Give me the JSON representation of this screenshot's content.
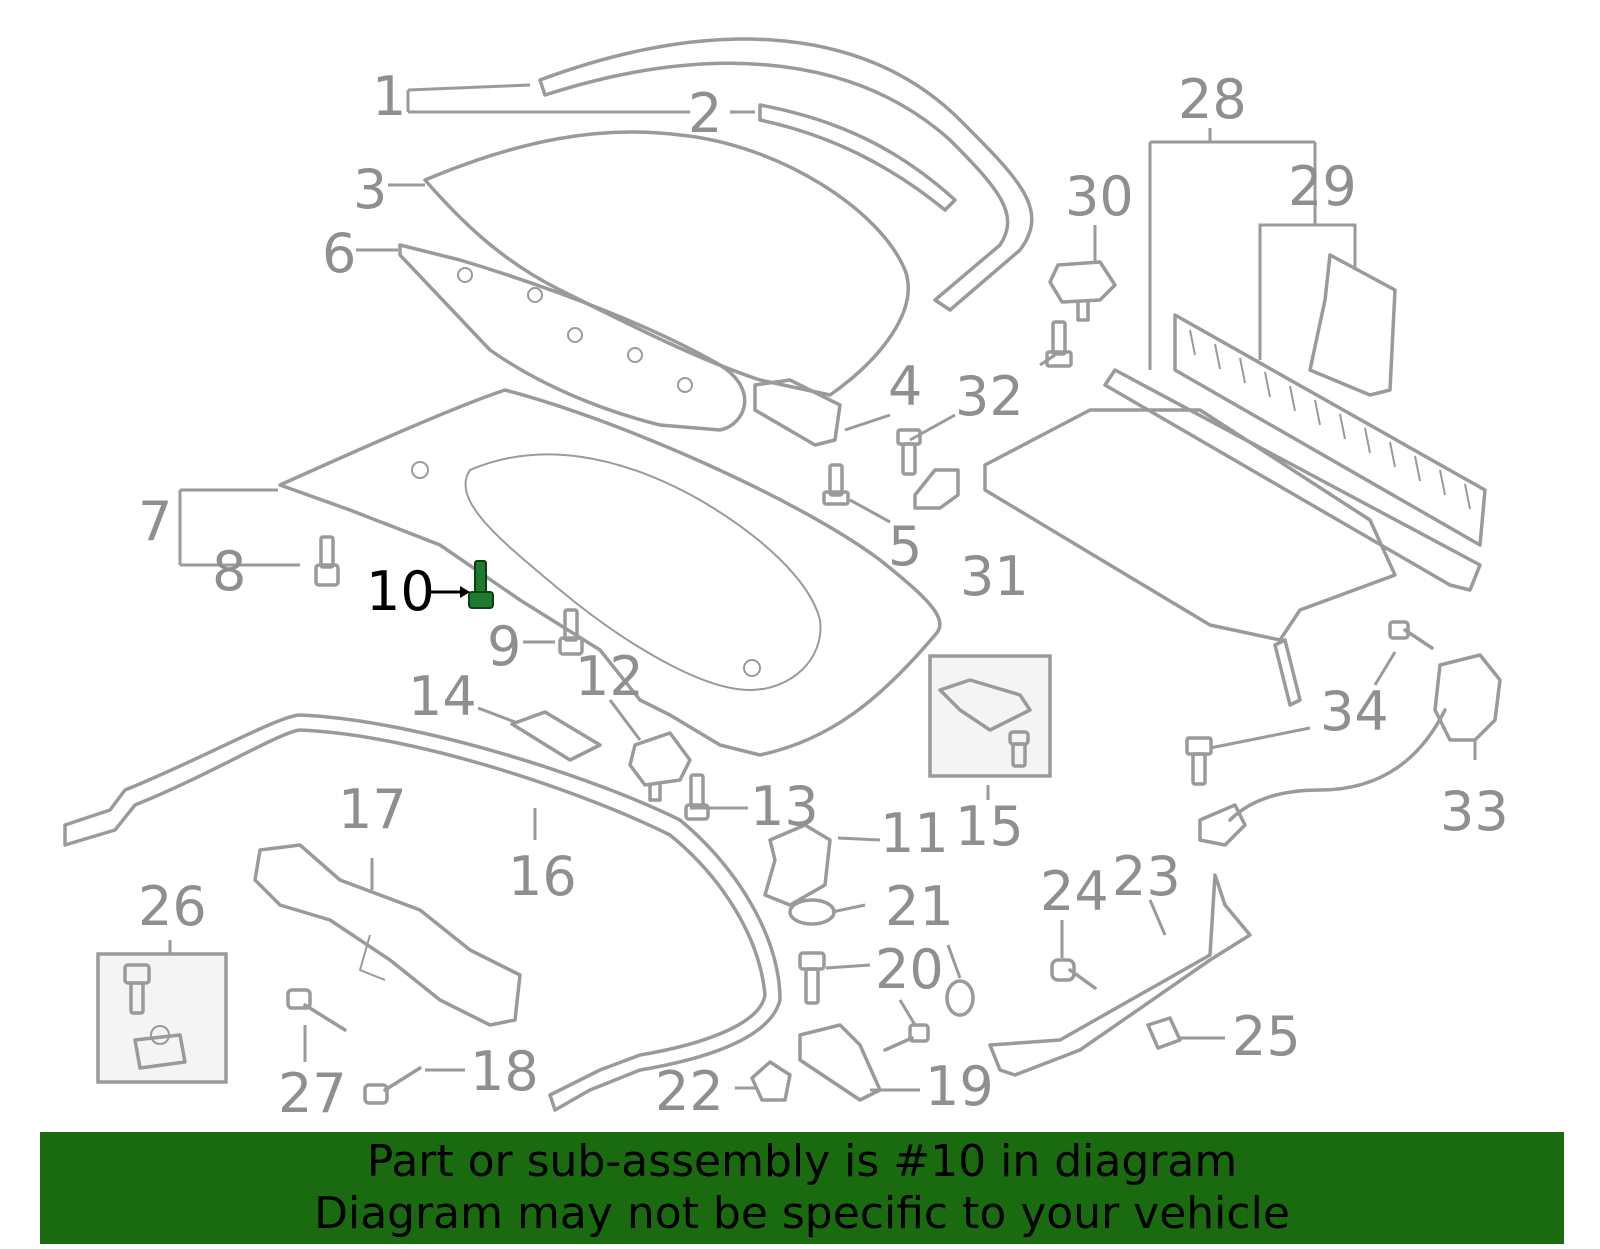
{
  "diagram": {
    "highlighted_callout": "10",
    "callouts": [
      "1",
      "2",
      "3",
      "4",
      "5",
      "6",
      "7",
      "8",
      "9",
      "10",
      "11",
      "12",
      "13",
      "14",
      "15",
      "16",
      "17",
      "18",
      "19",
      "20",
      "21",
      "22",
      "23",
      "24",
      "25",
      "26",
      "27",
      "28",
      "29",
      "30",
      "31",
      "32",
      "33",
      "34"
    ],
    "colors": {
      "line": "#9a9a9a",
      "label": "#8f8f8f",
      "highlight_label": "#000000",
      "highlight_part": "#1e7a2e"
    }
  },
  "banner": {
    "line1": "Part or sub-assembly is #10 in diagram",
    "line2": "Diagram may not be specific to your vehicle",
    "background": "#1a6b10"
  }
}
